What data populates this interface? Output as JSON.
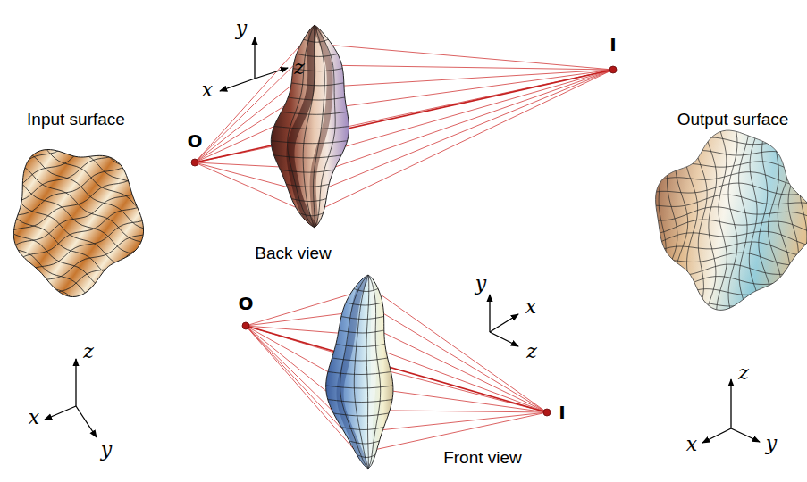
{
  "diagram": {
    "labels": [
      "y",
      "x",
      "z",
      "I",
      "Input surface",
      "O",
      "Output surface",
      "Back view",
      "O",
      "y",
      "x",
      "z",
      "I",
      "Front view",
      "z",
      "x",
      "y",
      "z",
      "x",
      "y"
    ]
  }
}
